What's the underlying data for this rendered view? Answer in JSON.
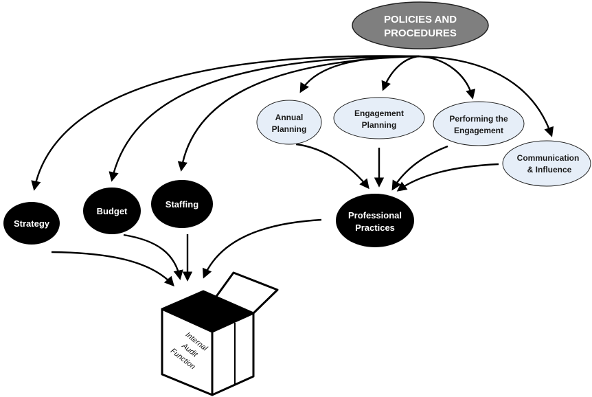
{
  "top_node": {
    "line1": "POLICIES AND",
    "line2": "PROCEDURES"
  },
  "process_nodes": {
    "annual": {
      "line1": "Annual",
      "line2": "Planning"
    },
    "engagement_planning": {
      "line1": "Engagement",
      "line2": "Planning"
    },
    "performing": {
      "line1": "Performing the",
      "line2": "Engagement"
    },
    "communication": {
      "line1": "Communication",
      "line2": "& Influence"
    }
  },
  "element_nodes": {
    "strategy": "Strategy",
    "budget": "Budget",
    "staffing": "Staffing",
    "professional_practices": {
      "line1": "Professional",
      "line2": "Practices"
    }
  },
  "box": {
    "line1": "Internal",
    "line2": "Audit",
    "line3": "Function"
  },
  "colors": {
    "top_fill": "#7f7f7f",
    "process_fill": "#e6eef8",
    "element_fill": "#000000"
  }
}
